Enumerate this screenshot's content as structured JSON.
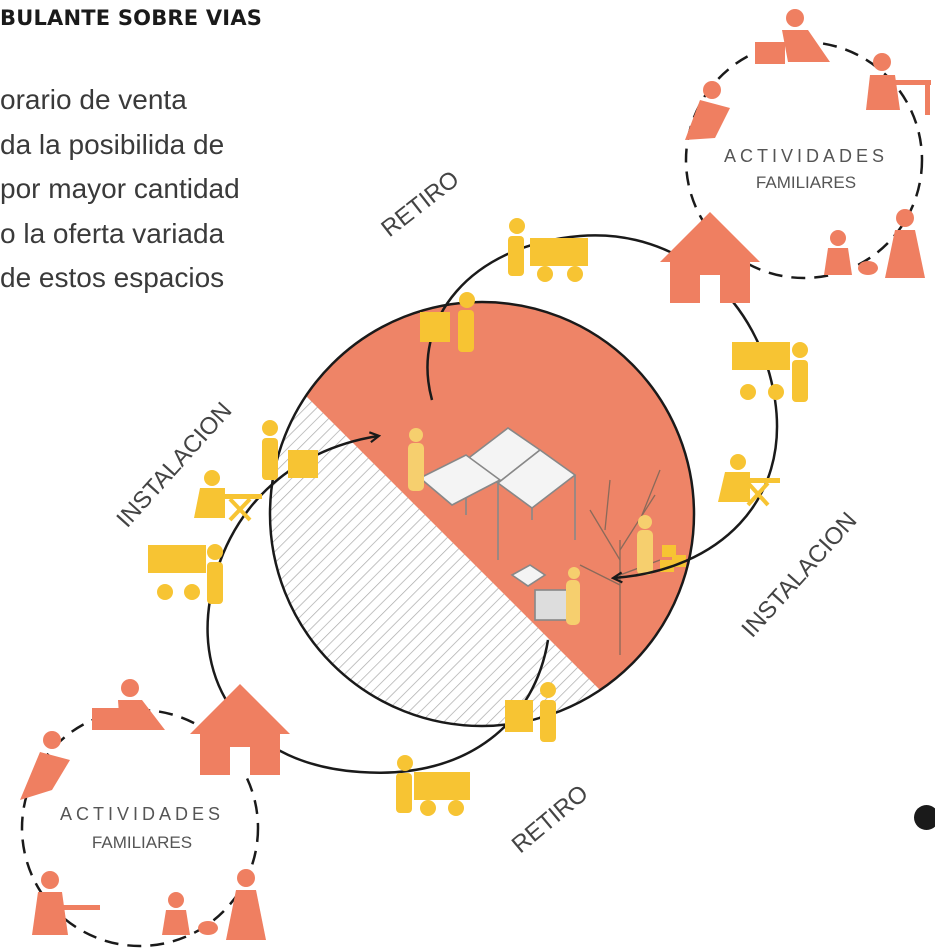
{
  "title": "BULANTE SOBRE VIAS",
  "paragraph_lines": [
    "orario de venta",
    "da la posibilida de",
    "por mayor cantidad",
    "o la oferta variada",
    "de estos espacios"
  ],
  "labels": {
    "retiro_top": "RETIRO",
    "retiro_bottom": "RETIRO",
    "instalacion_left": "INSTALACION",
    "instalacion_right": "INSTALACION",
    "actividades_top_1": "ACTIVIDADES",
    "actividades_top_2": "FAMILIARES",
    "actividades_bottom_1": "ACTIVIDADES",
    "actividades_bottom_2": "FAMILIARES"
  },
  "colors": {
    "coral": "#ee8467",
    "salmon": "#ef7f61",
    "yellow": "#f7c433",
    "dark": "#1a1a1a",
    "hatch": "#b9b9b9"
  },
  "icons": {
    "family": [
      "mother-baby-icon",
      "person-working-icon",
      "person-relaxing-icon",
      "child-dog-icon",
      "elderly-person-icon"
    ],
    "vendor": [
      "vendor-cart-icon",
      "vendor-carrying-icon",
      "vendor-table-icon"
    ],
    "home": "house-icon"
  }
}
